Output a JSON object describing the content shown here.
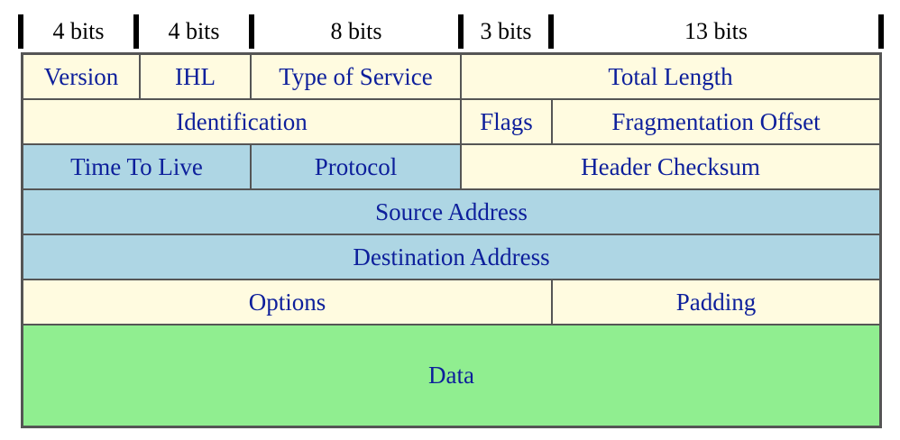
{
  "bit_widths": [
    {
      "label": "4 bits"
    },
    {
      "label": "4 bits"
    },
    {
      "label": "8 bits"
    },
    {
      "label": "3 bits"
    },
    {
      "label": "13 bits"
    }
  ],
  "rows": [
    {
      "fields": [
        {
          "label": "Version",
          "color": "#fffbe0"
        },
        {
          "label": "IHL",
          "color": "#fffbe0"
        },
        {
          "label": "Type of Service",
          "color": "#fffbe0"
        },
        {
          "label": "Total Length",
          "color": "#fffbe0"
        }
      ]
    },
    {
      "fields": [
        {
          "label": "Identification",
          "color": "#fffbe0"
        },
        {
          "label": "Flags",
          "color": "#fffbe0"
        },
        {
          "label": "Fragmentation Offset",
          "color": "#fffbe0"
        }
      ]
    },
    {
      "fields": [
        {
          "label": "Time To Live",
          "color": "#aed6e4"
        },
        {
          "label": "Protocol",
          "color": "#aed6e4"
        },
        {
          "label": "Header Checksum",
          "color": "#fffbe0"
        }
      ]
    },
    {
      "fields": [
        {
          "label": "Source Address",
          "color": "#aed6e4"
        }
      ]
    },
    {
      "fields": [
        {
          "label": "Destination Address",
          "color": "#aed6e4"
        }
      ]
    },
    {
      "fields": [
        {
          "label": "Options",
          "color": "#fffbe0"
        },
        {
          "label": "Padding",
          "color": "#fffbe0"
        }
      ]
    },
    {
      "fields": [
        {
          "label": "Data",
          "color": "#90ee90"
        }
      ]
    }
  ],
  "colors": {
    "text": "#0d1f9b",
    "header_fill": "#fffbe0",
    "routing_fill": "#aed6e4",
    "data_fill": "#90ee90",
    "border": "#555555"
  }
}
